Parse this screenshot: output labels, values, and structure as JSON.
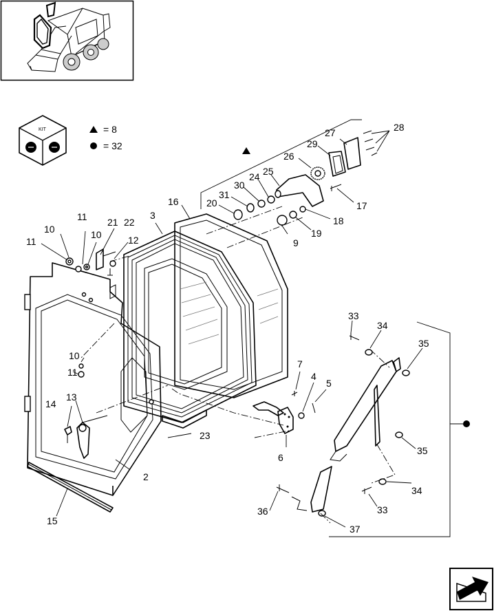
{
  "kit_legend": {
    "kit_label": "KIT",
    "triangle_value": "= 8",
    "dot_value": "= 32"
  },
  "callouts": [
    {
      "id": "c2",
      "text": "2"
    },
    {
      "id": "c3",
      "text": "3"
    },
    {
      "id": "c4",
      "text": "4"
    },
    {
      "id": "c5",
      "text": "5"
    },
    {
      "id": "c6",
      "text": "6"
    },
    {
      "id": "c7",
      "text": "7"
    },
    {
      "id": "c9",
      "text": "9"
    },
    {
      "id": "c10a",
      "text": "10"
    },
    {
      "id": "c10b",
      "text": "10"
    },
    {
      "id": "c10c",
      "text": "10"
    },
    {
      "id": "c11a",
      "text": "11"
    },
    {
      "id": "c11b",
      "text": "11"
    },
    {
      "id": "c11c",
      "text": "11"
    },
    {
      "id": "c12",
      "text": "12"
    },
    {
      "id": "c13",
      "text": "13"
    },
    {
      "id": "c14",
      "text": "14"
    },
    {
      "id": "c15",
      "text": "15"
    },
    {
      "id": "c16",
      "text": "16"
    },
    {
      "id": "c17",
      "text": "17"
    },
    {
      "id": "c18",
      "text": "18"
    },
    {
      "id": "c19",
      "text": "19"
    },
    {
      "id": "c20",
      "text": "20"
    },
    {
      "id": "c21",
      "text": "21"
    },
    {
      "id": "c22",
      "text": "22"
    },
    {
      "id": "c23",
      "text": "23"
    },
    {
      "id": "c24",
      "text": "24"
    },
    {
      "id": "c25",
      "text": "25"
    },
    {
      "id": "c26",
      "text": "26"
    },
    {
      "id": "c27",
      "text": "27"
    },
    {
      "id": "c28",
      "text": "28"
    },
    {
      "id": "c29",
      "text": "29"
    },
    {
      "id": "c30",
      "text": "30"
    },
    {
      "id": "c31",
      "text": "31"
    },
    {
      "id": "c33a",
      "text": "33"
    },
    {
      "id": "c33b",
      "text": "33"
    },
    {
      "id": "c34a",
      "text": "34"
    },
    {
      "id": "c34b",
      "text": "34"
    },
    {
      "id": "c35a",
      "text": "35"
    },
    {
      "id": "c35b",
      "text": "35"
    },
    {
      "id": "c36",
      "text": "36"
    },
    {
      "id": "c37",
      "text": "37"
    }
  ],
  "icons": {
    "thumbnail": "skid-steer-loader-thumbnail",
    "kit": "kit-cube-icon",
    "nav": "next-page-arrow-icon"
  }
}
